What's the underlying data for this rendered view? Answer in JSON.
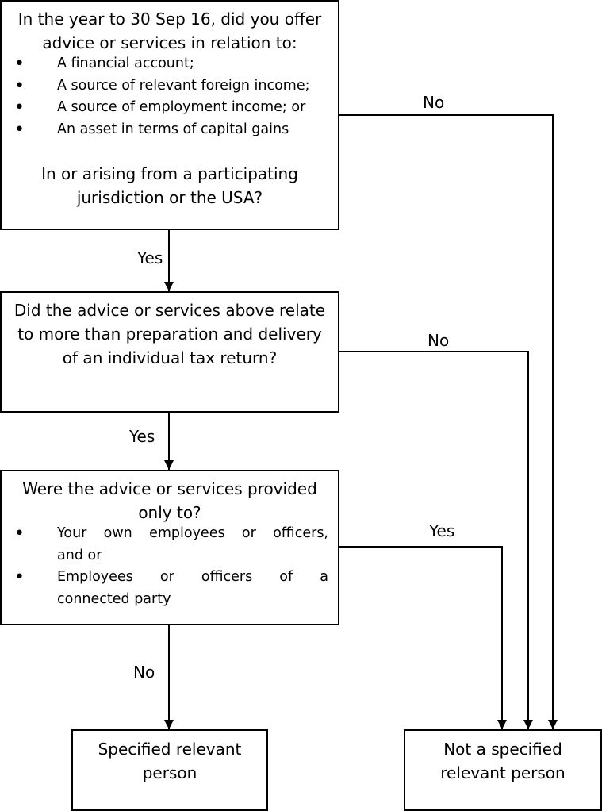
{
  "q1": {
    "heading_line1": "In the year to 30 Sep 16, did you offer",
    "heading_line2": "advice or services in relation to:",
    "items": [
      "A financial account;",
      "A source of relevant foreign income;",
      "A source of employment income; or",
      "An asset in terms of capital gains"
    ],
    "footer_line1": "In or arising from a participating",
    "footer_line2": "jurisdiction or the USA?"
  },
  "q2": {
    "line1": "Did the advice or services above relate",
    "line2": "to more than preparation and delivery",
    "line3": "of an individual tax return?"
  },
  "q3": {
    "line1": "Were the advice or services provided",
    "line2": "only to?",
    "item1_line1": "Your own employees or officers,",
    "item1_line2": "and or",
    "item2_line1": "Employees or officers of a",
    "item2_line2": "connected party"
  },
  "outcomes": {
    "specified_line1": "Specified relevant",
    "specified_line2": "person",
    "not_specified_line1": "Not a specified",
    "not_specified_line2": "relevant person"
  },
  "labels": {
    "q1_no": "No",
    "q1_yes": "Yes",
    "q2_no": "No",
    "q2_yes": "Yes",
    "q3_yes": "Yes",
    "q3_no": "No"
  }
}
